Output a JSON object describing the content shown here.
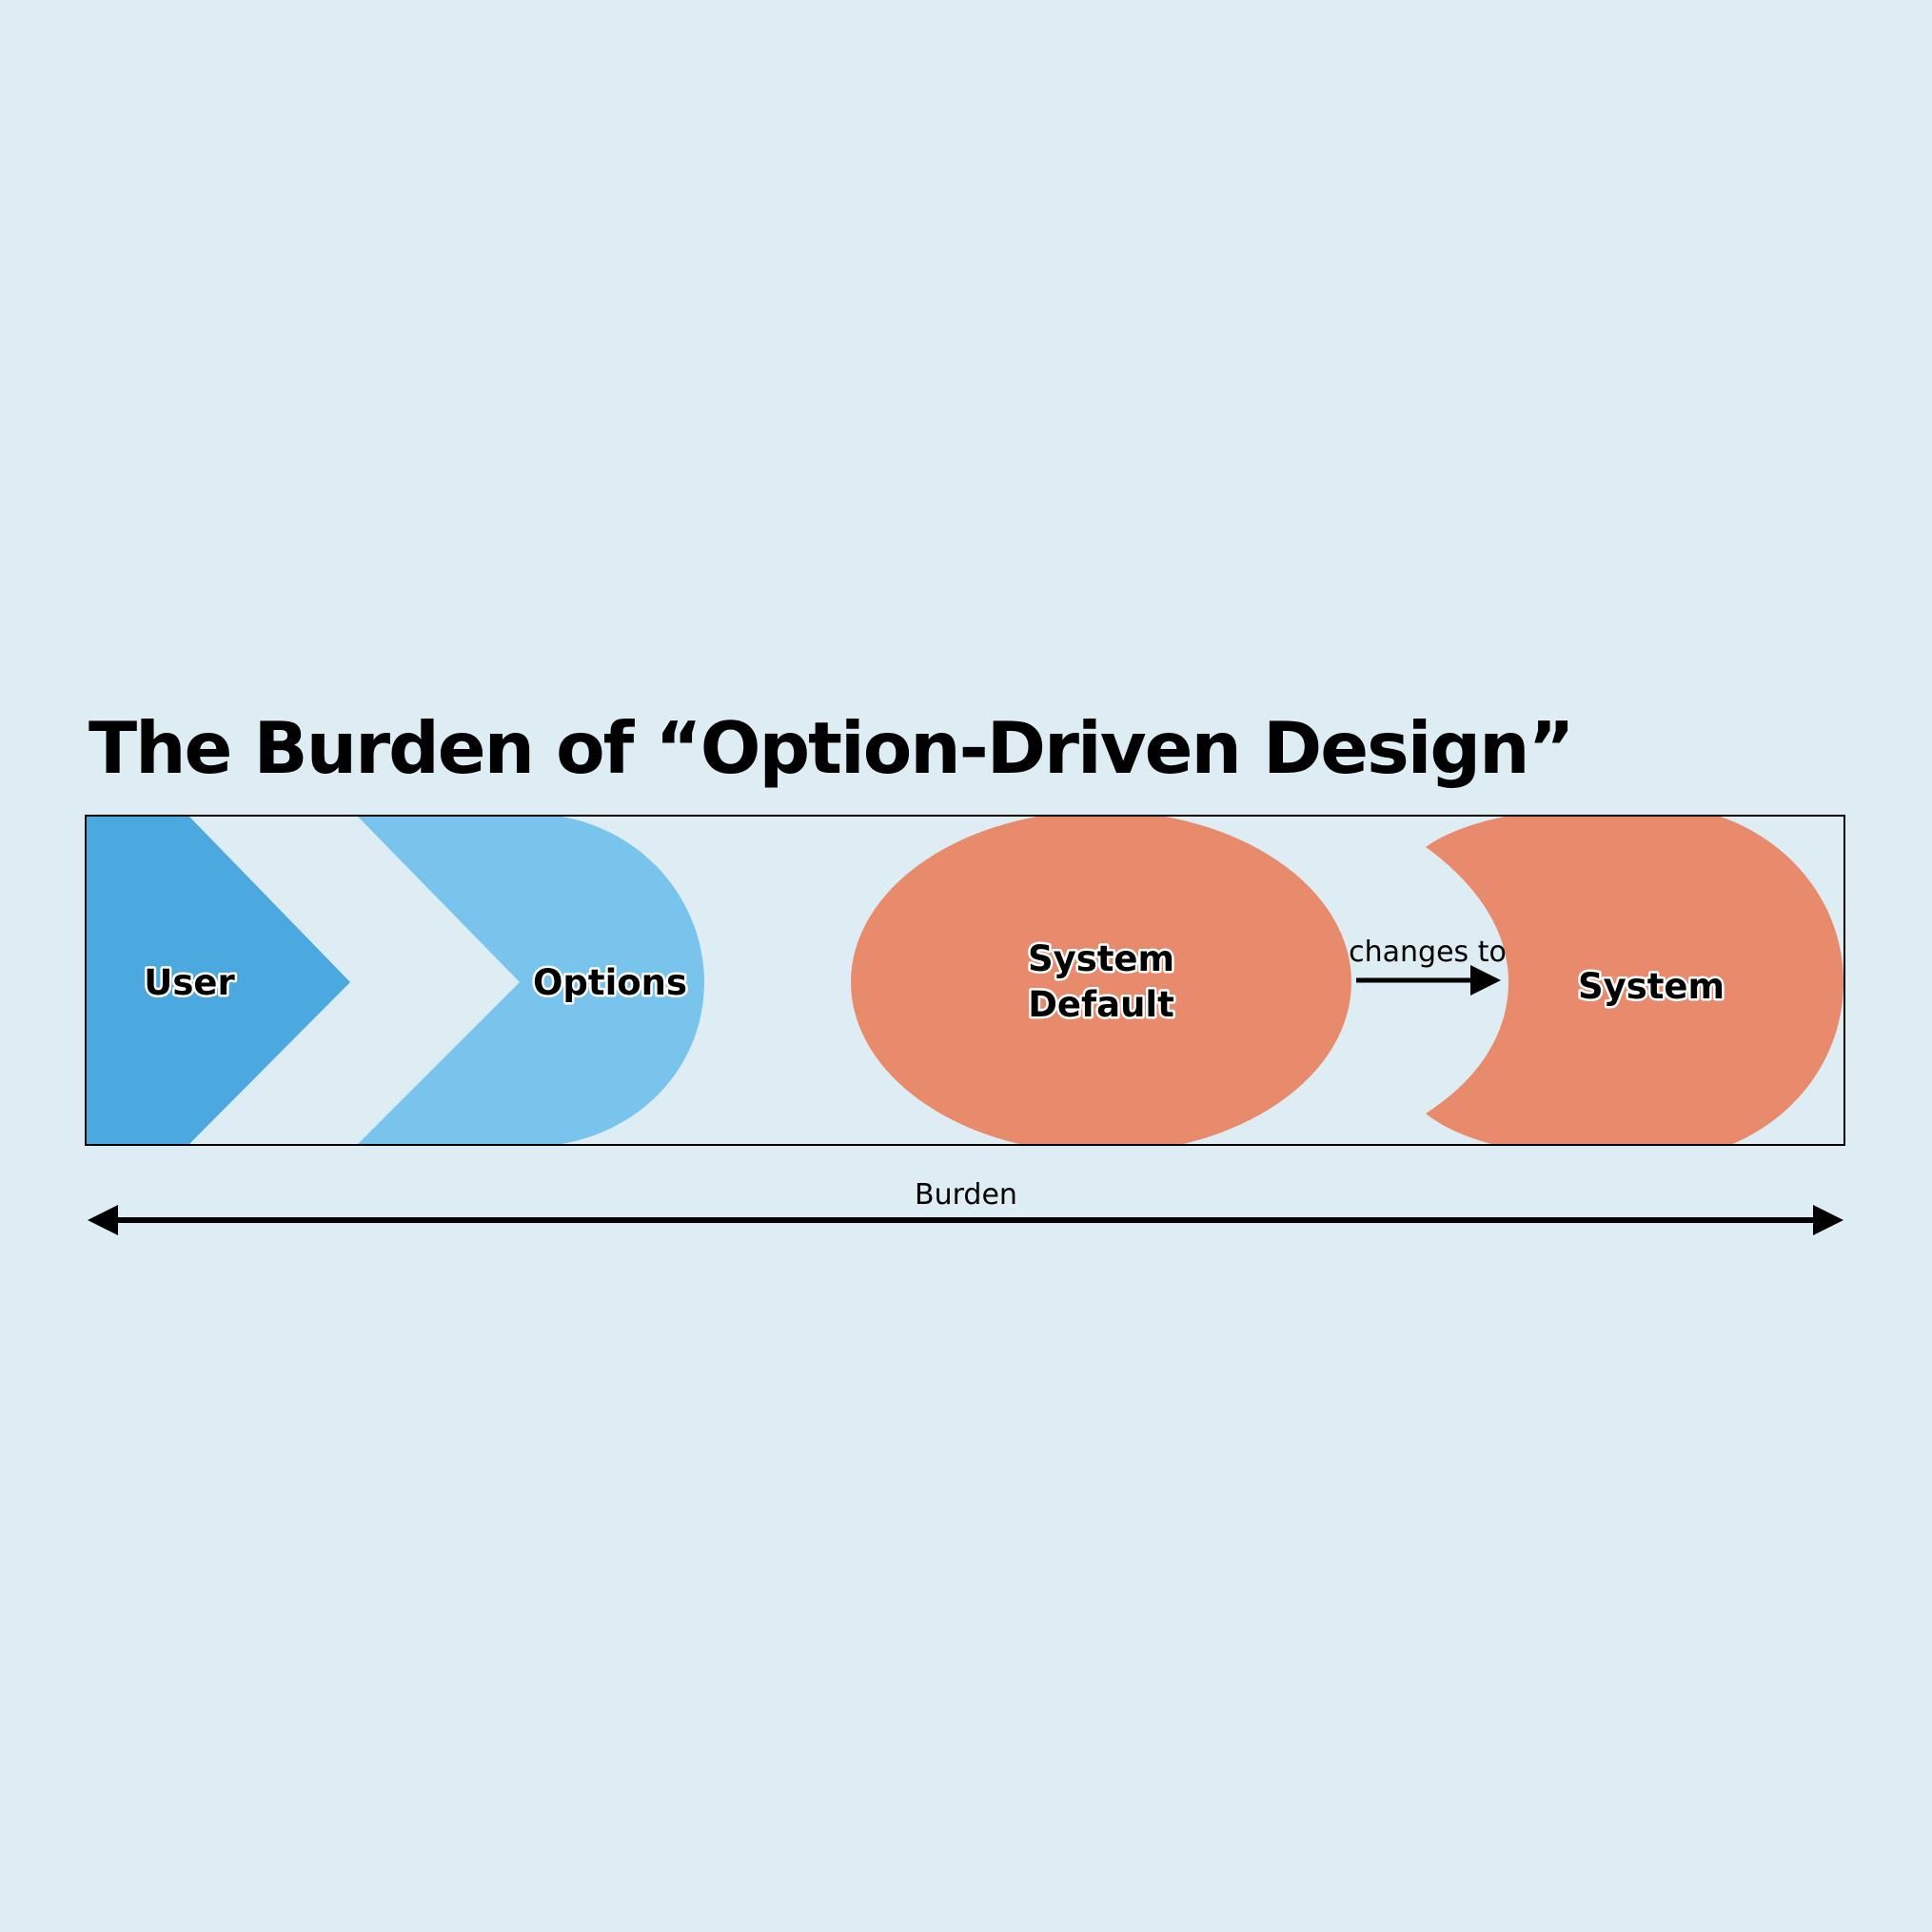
{
  "title": "The Burden of “Option-Driven Design”",
  "colors": {
    "background": "#deedf4",
    "user_shape": "#4ba9df",
    "options_shape": "#78c4ec",
    "system_shapes": "#e88b6d",
    "text": "#000000",
    "label_outline_blue": "#ffffff",
    "label_outline_orange": "#ffffff"
  },
  "diagram": {
    "user_label": "User",
    "options_label": "Options",
    "system_default_label": [
      "System",
      "Default"
    ],
    "connector_label": "changes to",
    "system_label": "System"
  },
  "axis": {
    "label": "Burden",
    "direction": "bidirectional"
  }
}
